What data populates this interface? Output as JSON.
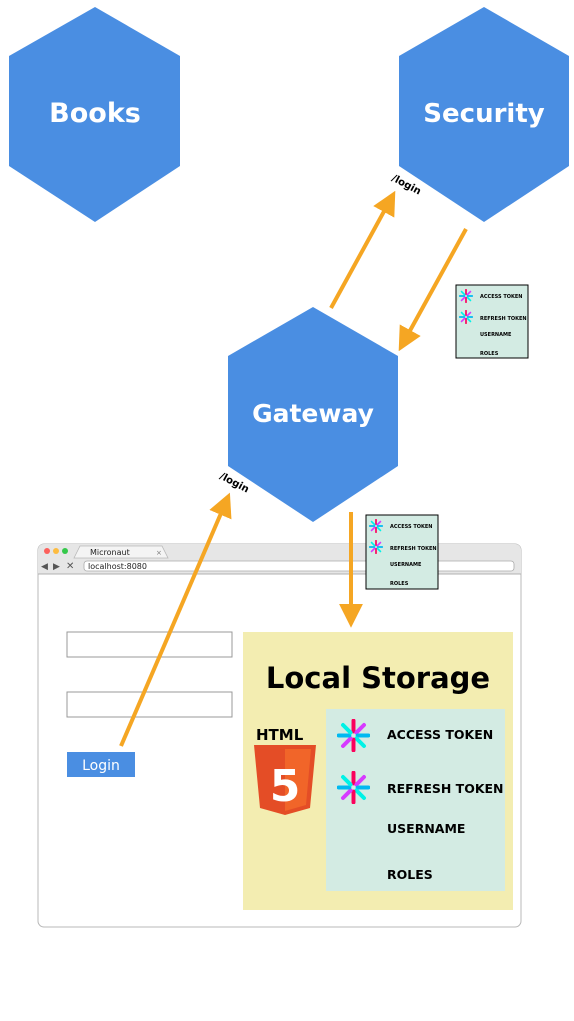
{
  "services": {
    "books": "Books",
    "security": "Security",
    "gateway": "Gateway"
  },
  "edges": {
    "security_login": "/login",
    "gateway_login": "/login"
  },
  "token_card_small": {
    "access_token": "ACCESS TOKEN",
    "refresh_token": "REFRESH TOKEN",
    "username": "USERNAME",
    "roles": "ROLES"
  },
  "browser": {
    "tab_title": "Micronaut",
    "url": "localhost:8080",
    "login_button": "Login",
    "username_value": "",
    "password_value": ""
  },
  "local_storage": {
    "title": "Local Storage",
    "html5_label": "HTML",
    "html5_number": "5",
    "access_token": "ACCESS TOKEN",
    "refresh_token": "REFRESH TOKEN",
    "username": "USERNAME",
    "roles": "ROLES"
  },
  "colors": {
    "hexagon": "#4a8ee2",
    "arrow": "#f5a623",
    "token_bg": "#d3ebe3",
    "storage_bg": "#f3edb1",
    "html5_orange": "#e44d26",
    "html5_light": "#f16529",
    "button": "#4a8ee2"
  },
  "icons": {
    "token_logo": "jwt-logo-icon",
    "html5_logo": "html5-logo-icon"
  }
}
